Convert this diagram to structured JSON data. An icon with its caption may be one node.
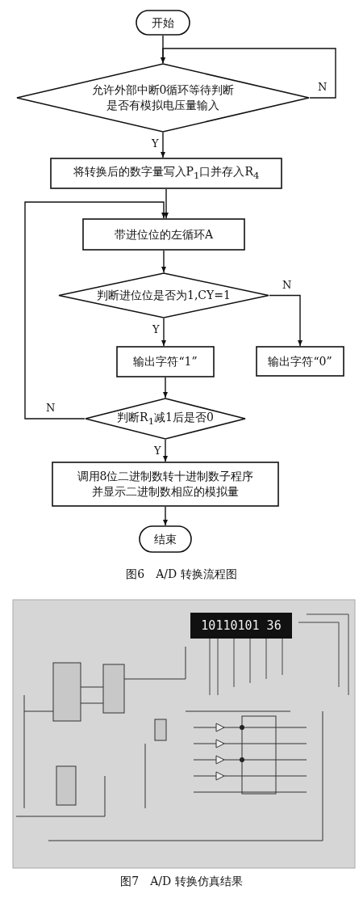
{
  "diagram": {
    "nodes": [
      {
        "text": [
          "开始"
        ]
      },
      {
        "text": [
          "允许外部中断0循环等待判断是否有模拟电压量输入"
        ]
      },
      {
        "text": [
          "将转换后的数字量写入P$_{1}$口并存入R$_{4}$"
        ]
      },
      {
        "text": [
          "带进位位的左循环A"
        ]
      },
      {
        "text": [
          "判断进位位是否为1,CY=1"
        ]
      },
      {
        "text": [
          "输出字符“1”"
        ]
      },
      {
        "text": [
          "输出字符“0”"
        ]
      },
      {
        "text": [
          "判断R$_{1}$减1后是否0"
        ]
      },
      {
        "text": [
          "调用8位二进制数转十进制数子程序并显示二进制数相应的模拟量"
        ]
      },
      {
        "text": [
          "结束"
        ]
      }
    ],
    "edges": [
      {
        "from": 0,
        "to": 1,
        "arrow": "to"
      },
      {
        "from": 1,
        "to": 1,
        "arrow": "to",
        "label": "N"
      },
      {
        "from": 1,
        "to": 2,
        "arrow": "to",
        "label": "Y"
      },
      {
        "from": 2,
        "to": 3,
        "arrow": "to"
      },
      {
        "from": 3,
        "to": 4,
        "arrow": "to"
      },
      {
        "from": 4,
        "to": 5,
        "arrow": "to",
        "label": "Y"
      },
      {
        "from": 4,
        "to": 6,
        "arrow": "to",
        "label": "N"
      },
      {
        "from": 5,
        "to": 7,
        "arrow": "to"
      },
      {
        "from": 7,
        "to": 3,
        "arrow": "to",
        "label": "N"
      },
      {
        "from": 7,
        "to": 8,
        "arrow": "to",
        "label": "Y"
      },
      {
        "from": 8,
        "to": 9,
        "arrow": "to"
      }
    ],
    "labels": [
      "图6　A/D 转换流程图",
      "10110101 36",
      "图7　A/D 转换仿真结果"
    ]
  }
}
